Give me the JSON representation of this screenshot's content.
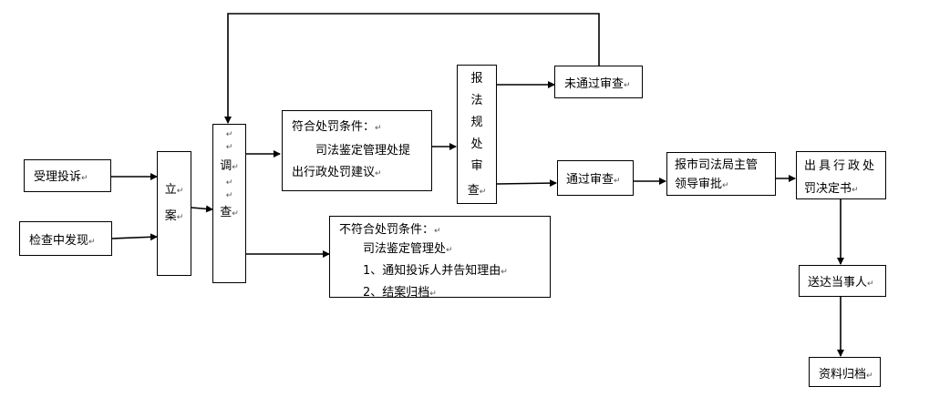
{
  "nodes": {
    "complaint": "受理投诉",
    "inspection": "检查中发现",
    "filing": [
      "立",
      "案"
    ],
    "investigation": [
      "调",
      "查"
    ],
    "penalty_ok": {
      "title": "符合处罚条件：",
      "line1": "司法鉴定管理处提",
      "line2": "出行政处罚建议"
    },
    "penalty_no": {
      "title": "不符合处罚条件：",
      "line1": "司法鉴定管理处",
      "line2": "1、通知投诉人并告知理由",
      "line3": "2、结案归档"
    },
    "legal_review": [
      "报",
      "法",
      "规",
      "处",
      "审",
      "查"
    ],
    "review_failed": "未通过审查",
    "review_passed": "通过审查",
    "leader_approval": {
      "line1": "报市司法局主管",
      "line2": "领导审批"
    },
    "decision": {
      "line1": "出具行政处",
      "line2": "罚决定书"
    },
    "deliver": "送达当事人",
    "archive": "资料归档"
  },
  "return_mark": "↵"
}
